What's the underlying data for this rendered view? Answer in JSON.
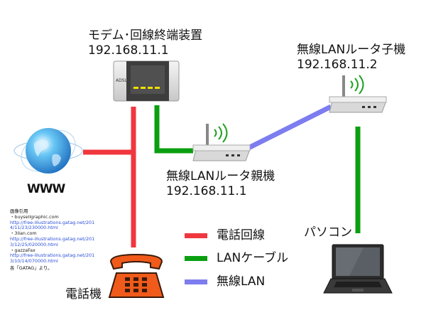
{
  "modem": {
    "title": "モデム･回線終端装置",
    "ip": "192.168.11.1",
    "badge": "ADSL"
  },
  "router_child": {
    "title": "無線LANルータ子機",
    "ip": "192.168.11.2"
  },
  "router_parent": {
    "title": "無線LANルータ親機",
    "ip": "192.168.11.1"
  },
  "globe": {
    "label": "WWW"
  },
  "phone": {
    "label": "電話機"
  },
  "pc": {
    "label": "パソコン"
  },
  "legend": [
    {
      "label": "電話回線",
      "color": "#f0373e"
    },
    {
      "label": "LANケーブル",
      "color": "#0a9f10"
    },
    {
      "label": "無線LAN",
      "color": "#7d7df0"
    }
  ],
  "credits": {
    "heading": "画像引用",
    "items": [
      {
        "source": "・buysellgraphic.com",
        "url": "http://free-illustrations.gatag.net/2014/11/23/230000.html"
      },
      {
        "source": "・3lian.com",
        "url": "http://free-illustrations.gatag.net/2013/12/25/020000.html"
      },
      {
        "source": "・gazzaFax",
        "url": "http://free-illustrations.gatag.net/2013/10/14/070000.html"
      }
    ],
    "footer": "各「GATAG」より。"
  }
}
